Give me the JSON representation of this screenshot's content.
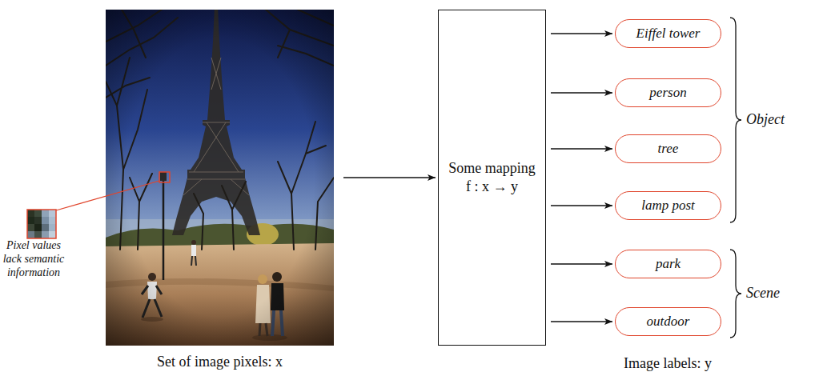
{
  "diagram": {
    "nodes": [
      {
        "text": [
          "Set of image pixels: x"
        ]
      },
      {
        "text": [
          "Some mapping f : x → y"
        ]
      },
      {
        "text": [
          "Eiffel tower"
        ]
      },
      {
        "text": [
          "person"
        ]
      },
      {
        "text": [
          "tree"
        ]
      },
      {
        "text": [
          "lamp post"
        ]
      },
      {
        "text": [
          "park"
        ]
      },
      {
        "text": [
          "outdoor"
        ]
      }
    ],
    "edges": [
      {
        "from": 0,
        "to": 1,
        "arrow": "to"
      },
      {
        "from": 1,
        "to": 2,
        "arrow": "to"
      },
      {
        "from": 1,
        "to": 3,
        "arrow": "to"
      },
      {
        "from": 1,
        "to": 4,
        "arrow": "to"
      },
      {
        "from": 1,
        "to": 5,
        "arrow": "to"
      },
      {
        "from": 1,
        "to": 6,
        "arrow": "to"
      },
      {
        "from": 1,
        "to": 7,
        "arrow": "to"
      }
    ],
    "labels": [
      "Pixel values lack semantic information",
      "Object",
      "Scene",
      "Image labels: y"
    ]
  }
}
